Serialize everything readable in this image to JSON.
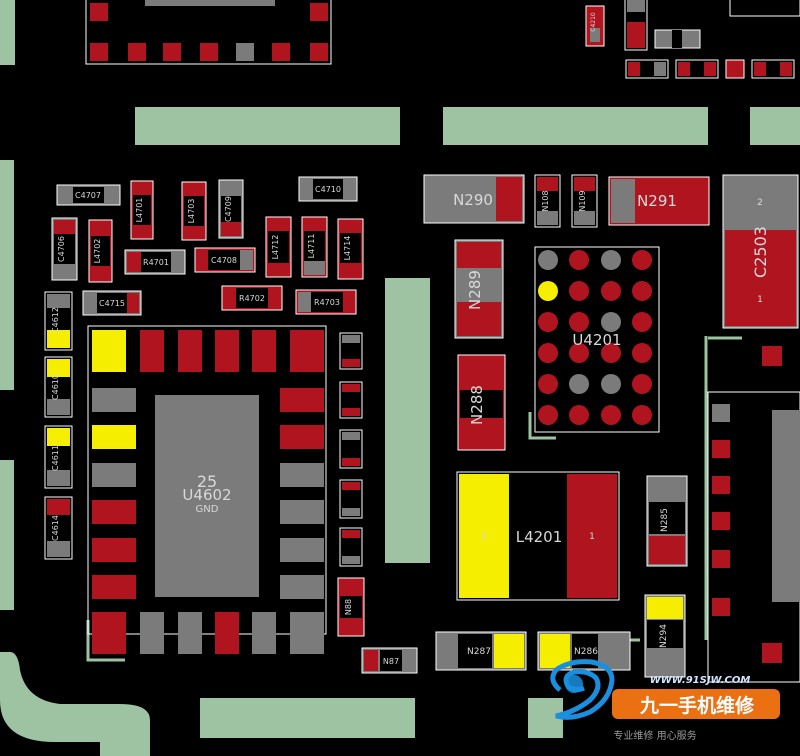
{
  "colors": {
    "background": "#000000",
    "trace_green": "#9dc3a3",
    "pad_red": "#b0151f",
    "pad_gray": "#7b7b7b",
    "pad_yellow": "#f5ee00",
    "outline": "#ffffff",
    "label": "#d8d8d8"
  },
  "components": {
    "n290": "N290",
    "n291": "N291",
    "n108": "N108",
    "n109": "N109",
    "c2503": "C2503",
    "c2503_pin1": "1",
    "c2503_pin2": "2",
    "n289": "N289",
    "u4201": "U4201",
    "n288": "N288",
    "l4201": "L4201",
    "l4201_pin1": "1",
    "l4201_pin2": "2",
    "n285": "N285",
    "n294": "N294",
    "n287": "N287",
    "n286": "N286",
    "n87": "N87",
    "n88": "N88",
    "u4602": "U4602",
    "u4602_pin": "25",
    "u4602_net": "GND",
    "c4707": "C4707",
    "c4710": "C4710",
    "l4701": "L4701",
    "l4703": "L4703",
    "c4709": "C4709",
    "c4706": "C4706",
    "l4702": "L4702",
    "r4701": "R4701",
    "c4708": "C4708",
    "l4712": "L4712",
    "l4711": "L4711",
    "l4714": "L4714",
    "c4715": "C4715",
    "r4702": "R4702",
    "r4703": "R4703",
    "c4612": "C4612",
    "c4610": "C4610",
    "c4611": "C4611",
    "c4614": "C4614",
    "c4210": "C4210"
  },
  "watermark": {
    "url": "WWW.91SJW.COM",
    "brand": "九一手机维修",
    "slogan": "专业维修 用心服务"
  }
}
